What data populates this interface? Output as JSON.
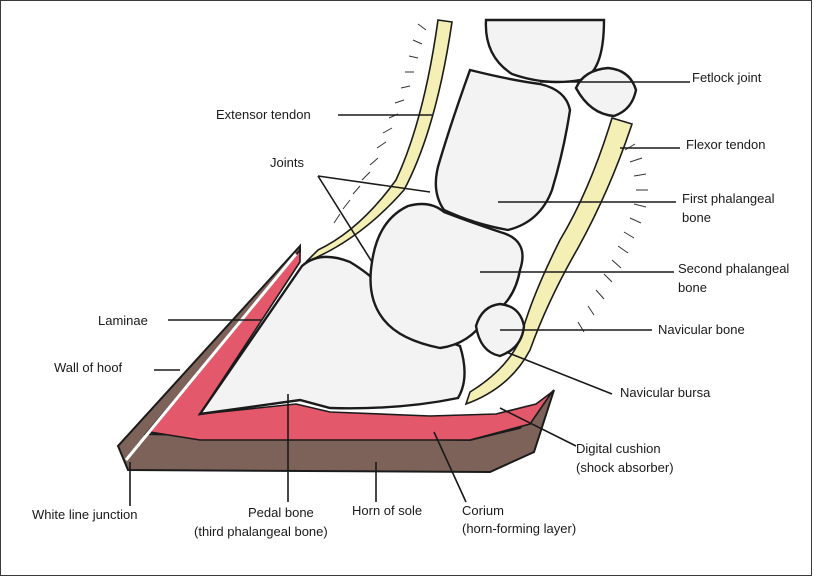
{
  "colors": {
    "horn": "#7c6258",
    "corium": "#e3586a",
    "tendon": "#f4efb4",
    "bone": "#f1f1f1",
    "outline": "#1b1b1b"
  },
  "labels": {
    "fetlock_joint": "Fetlock joint",
    "extensor_tendon": "Extensor tendon",
    "flexor_tendon": "Flexor tendon",
    "joints": "Joints",
    "first_phalangeal_1": "First phalangeal",
    "first_phalangeal_2": "bone",
    "second_phalangeal_1": "Second phalangeal",
    "second_phalangeal_2": "bone",
    "laminae": "Laminae",
    "navicular_bone": "Navicular bone",
    "wall_of_hoof": "Wall of hoof",
    "navicular_bursa": "Navicular bursa",
    "digital_cushion_1": "Digital cushion",
    "digital_cushion_2": "(shock absorber)",
    "white_line_junction": "White line junction",
    "pedal_bone_1": "Pedal bone",
    "pedal_bone_2": "(third phalangeal bone)",
    "horn_of_sole": "Horn of sole",
    "corium_1": "Corium",
    "corium_2": "(horn-forming layer)"
  }
}
